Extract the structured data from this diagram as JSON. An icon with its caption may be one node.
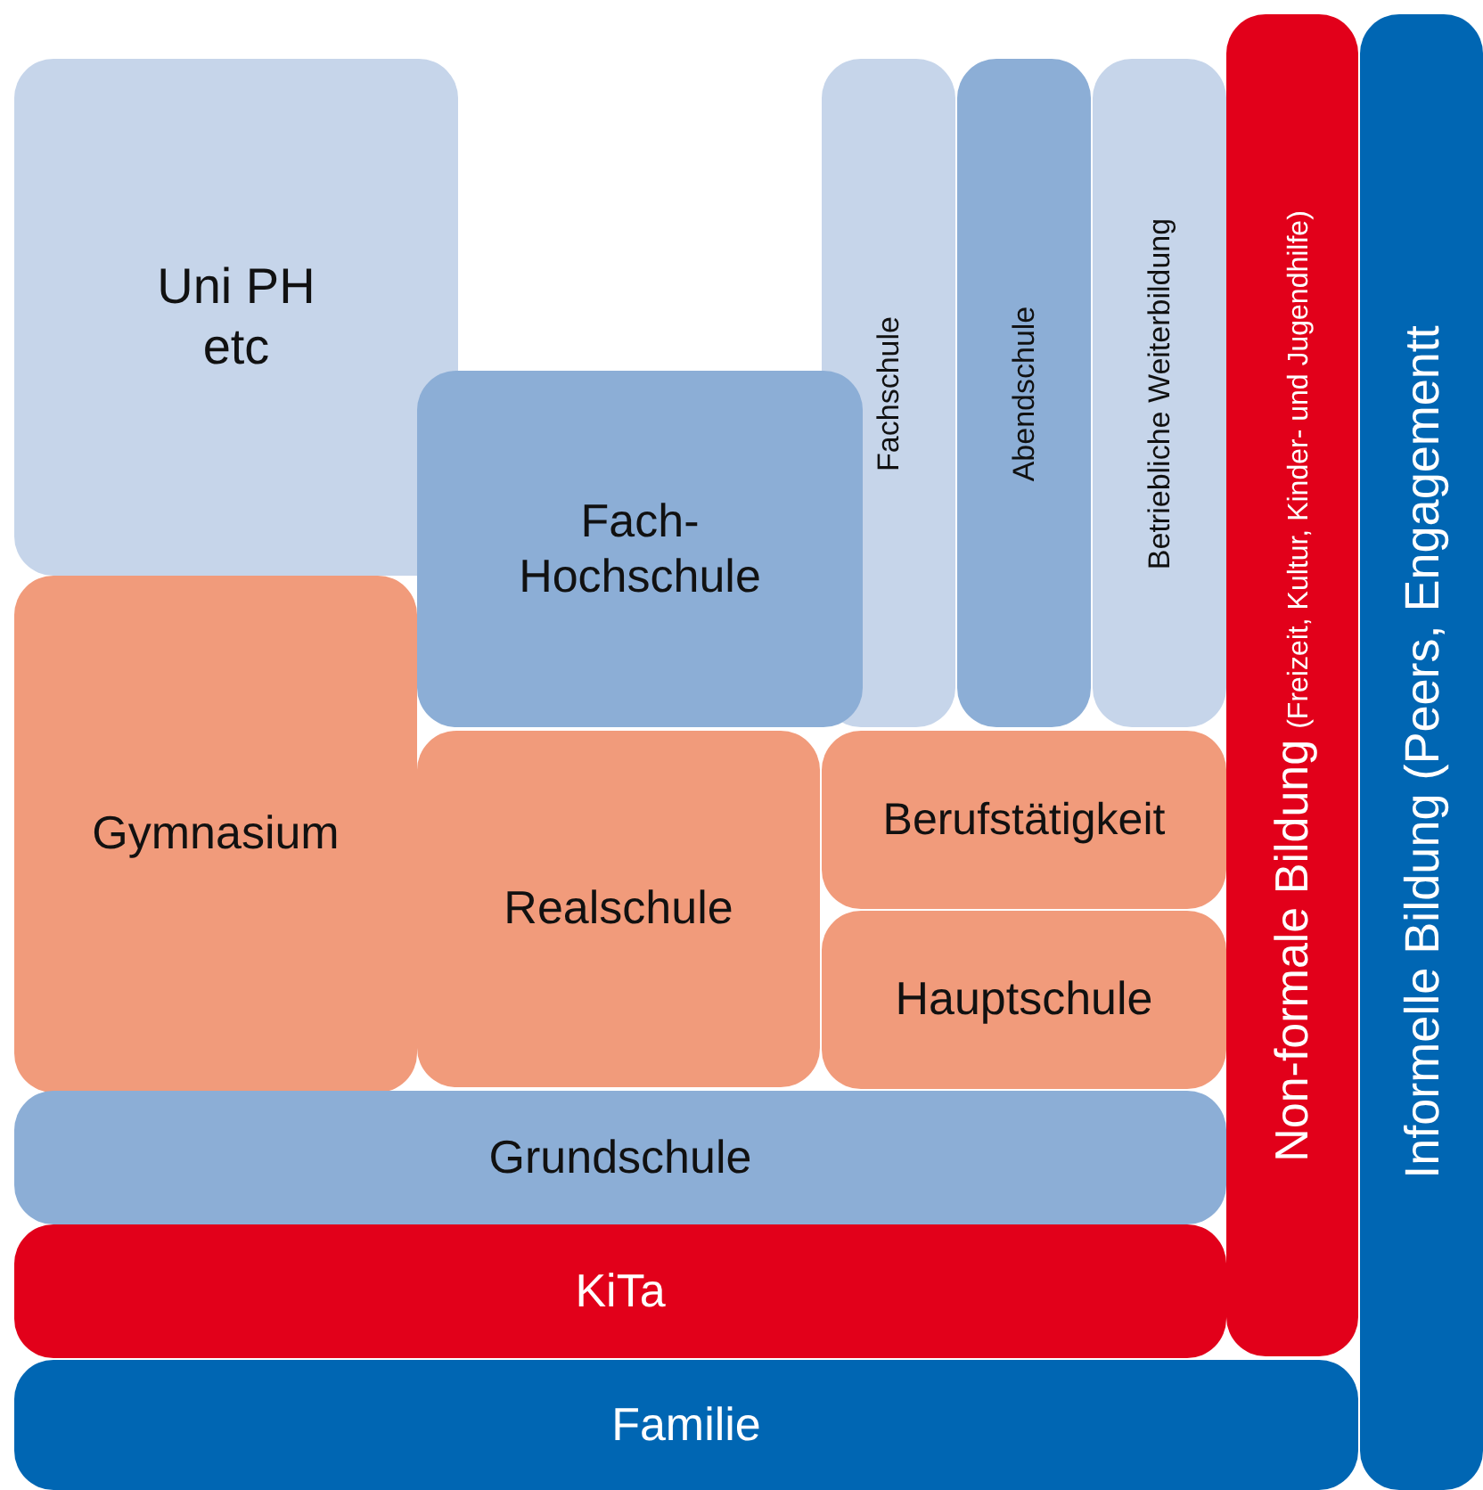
{
  "diagram": {
    "nodes": [
      {
        "text": [
          "Uni PH etc"
        ]
      },
      {
        "text": [
          "Fachschule"
        ]
      },
      {
        "text": [
          "Abendschule"
        ]
      },
      {
        "text": [
          "Betriebliche Weiterbildung"
        ]
      },
      {
        "text": [
          "Non-formale Bildung",
          "(Freizeit, Kultur, Kinder- und Jugendhilfe)"
        ]
      },
      {
        "text": [
          "Informelle Bildung (Peers, Engagementt"
        ]
      },
      {
        "text": [
          "Fach- Hochschule"
        ]
      },
      {
        "text": [
          "Gymnasium"
        ]
      },
      {
        "text": [
          "Realschule"
        ]
      },
      {
        "text": [
          "Berufstätigkeit"
        ]
      },
      {
        "text": [
          "Hauptschule"
        ]
      },
      {
        "text": [
          "Grundschule"
        ]
      },
      {
        "text": [
          "KiTa"
        ]
      },
      {
        "text": [
          "Familie"
        ]
      }
    ]
  }
}
